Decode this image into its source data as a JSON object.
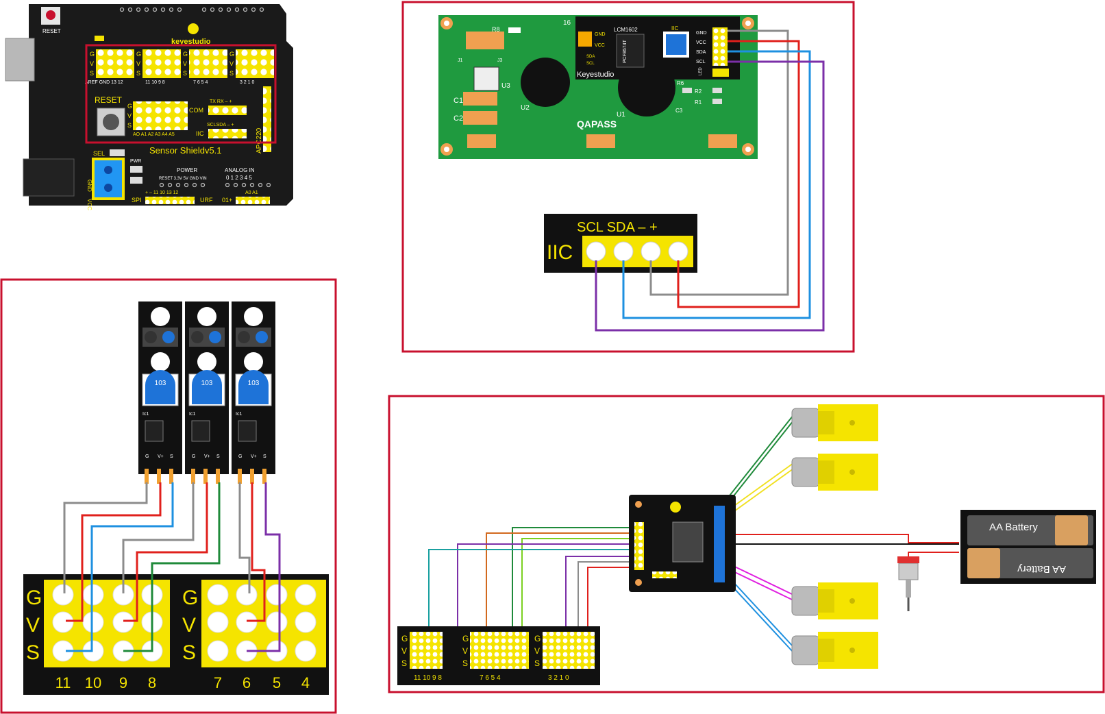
{
  "colors": {
    "frame": "#c8102e",
    "board": "#1a1a1a",
    "pin": "#f5e400",
    "lcd": "#1f9a3f",
    "wire_gray": "#8c8c8c",
    "wire_red": "#e0201c",
    "wire_blue": "#1e90e0",
    "wire_purple": "#7b2fa8",
    "wire_green": "#1f8a3a",
    "wire_orange": "#d2691e",
    "wire_yellow": "#f0e020",
    "wire_magenta": "#e020e0",
    "wire_black": "#111111"
  },
  "shield": {
    "reset_label": "RESET",
    "brand": "keyestudio",
    "name": "Sensor Shieldv5.1",
    "digital_high": "AREF GND 13 12",
    "digital_mid": "11 10 9 8",
    "digital_low": "7 6 5 4",
    "digital_last": "3 2 1 0",
    "reset_button": "RESET",
    "analog_pins": "AO A1 A2 A3 A4 A5",
    "com": "COM",
    "txrx": "TX RX  –  +",
    "iic": "IIC",
    "sclsda": "SCLSDA –  +",
    "apc": "APC220",
    "sel": "SEL",
    "pwr": "PWR",
    "power": "POWER",
    "power_pins": "RESET 3.3V 5V GND VIN",
    "analog_in": "ANALOG  IN",
    "analog_nums": "0 1 2 3 4 5",
    "spi": "SPI",
    "spi_pins": "+  –  11 10 13 12",
    "urf": "URF",
    "bt": "01+",
    "a0a1": "A0 A1",
    "gnd": "GND",
    "vcc": "VCC",
    "g": "G",
    "v": "V",
    "s": "S"
  },
  "lcd": {
    "brand": "QAPASS",
    "pin16": "16",
    "model": "LCM1602",
    "iic": "IIC",
    "chip": "PCF8574T",
    "maker": "Keyestudio",
    "r8": "R8",
    "u1": "U1",
    "u2": "U2",
    "u3": "U3",
    "c1": "C1",
    "c2": "C2",
    "c3": "C3",
    "r1": "R1",
    "r2": "R2",
    "r6": "R6",
    "j1": "J1",
    "j3": "J3",
    "led": "LED",
    "pins": [
      "GND",
      "VCC",
      "SDA",
      "SCL"
    ],
    "small_pins": [
      "GND",
      "VCC",
      "SDA",
      "SCL"
    ]
  },
  "iic_block": {
    "label": "IIC",
    "pins": "SCL SDA  –   +"
  },
  "sensors": {
    "pot": "103",
    "ic": "Ic1",
    "pins": [
      "G",
      "V+",
      "S"
    ]
  },
  "header_big": {
    "rows": [
      "G",
      "V",
      "S"
    ],
    "group1": [
      "11",
      "10",
      "9",
      "8"
    ],
    "group2": [
      "7",
      "6",
      "5",
      "4"
    ]
  },
  "header_small": {
    "rows": [
      "G",
      "V",
      "S"
    ],
    "group1": "11 10 9  8",
    "group2": "7  6  5  4",
    "group3": "3  2  1  0"
  },
  "battery": {
    "top": "AA Battery",
    "bottom": "AA Battery"
  }
}
